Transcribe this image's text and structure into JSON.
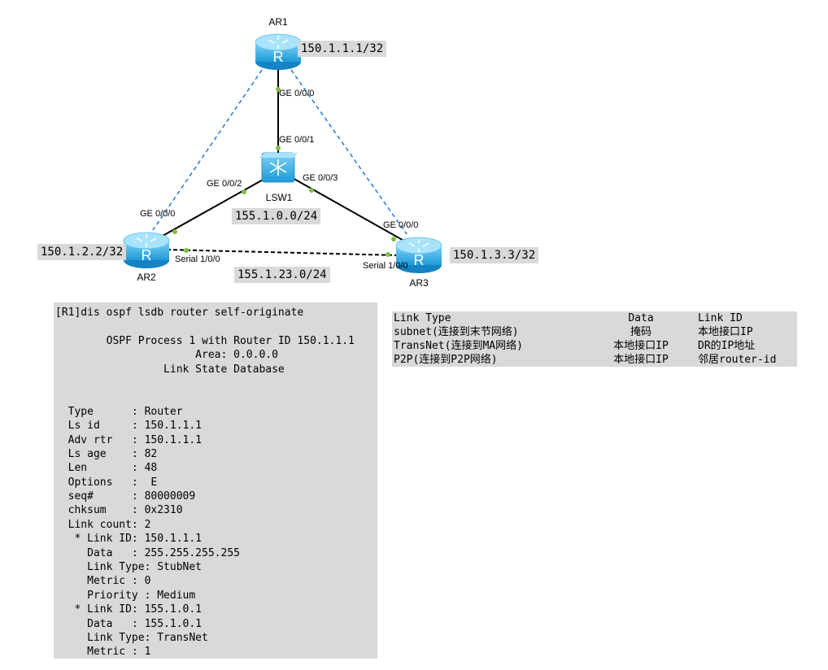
{
  "topology": {
    "devices": {
      "ar1": "AR1",
      "ar2": "AR2",
      "ar3": "AR3",
      "lsw1": "LSW1"
    },
    "router_glyph": "R",
    "ports": {
      "ar1_down": "GE 0/0/0",
      "lsw_up": "GE 0/0/1",
      "lsw_left": "GE 0/0/2",
      "lsw_right": "GE 0/0/3",
      "ar2_ge": "GE 0/0/0",
      "ar3_ge": "GE 0/0/0",
      "ar2_serial": "Serial 1/0/0",
      "ar3_serial": "Serial 1/0/0"
    },
    "addresses": {
      "ar1_loopback": "150.1.1.1/32",
      "ar2_loopback": "150.1.2.2/32",
      "ar3_loopback": "150.1.3.3/32",
      "ma_network": "155.1.0.0/24",
      "serial_network": "155.1.23.0/24"
    },
    "colors": {
      "router_fill": "#3ab4ea",
      "switch_fill": "#3ab4ea",
      "dashed_link": "#2f7fd0",
      "port_dot": "#7cc142",
      "address_bg": "#d9d9d9"
    }
  },
  "cli": {
    "lines": [
      "[R1]dis ospf lsdb router self-originate",
      "",
      "        OSPF Process 1 with Router ID 150.1.1.1",
      "                      Area: 0.0.0.0",
      "                 Link State Database",
      "",
      "",
      "  Type      : Router",
      "  Ls id     : 150.1.1.1",
      "  Adv rtr   : 150.1.1.1",
      "  Ls age    : 82",
      "  Len       : 48",
      "  Options   :  E",
      "  seq#      : 80000009",
      "  chksum    : 0x2310",
      "  Link count: 2",
      "   * Link ID: 150.1.1.1",
      "     Data   : 255.255.255.255",
      "     Link Type: StubNet",
      "     Metric : 0",
      "     Priority : Medium",
      "   * Link ID: 155.1.0.1",
      "     Data   : 155.1.0.1",
      "     Link Type: TransNet",
      "     Metric : 1"
    ]
  },
  "link_table": {
    "header": [
      "Link Type",
      "Data",
      "Link ID"
    ],
    "rows": [
      [
        "subnet(连接到末节网络)",
        "掩码",
        "本地接口IP"
      ],
      [
        "TransNet(连接到MA网络)",
        "本地接口IP",
        "DR的IP地址"
      ],
      [
        "P2P(连接到P2P网络)",
        "本地接口IP",
        "邻居router-id"
      ]
    ]
  }
}
